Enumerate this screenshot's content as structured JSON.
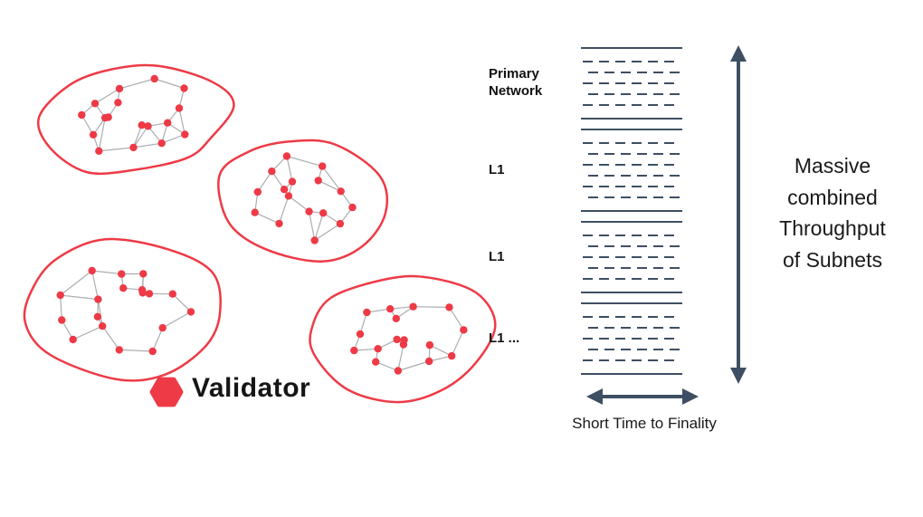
{
  "palette": {
    "red": "#ee3a46",
    "slate": "#3e4f63",
    "edge": "#abadb2",
    "ink": "#161616"
  },
  "legend": {
    "validator_label": "Validator"
  },
  "stack": {
    "sections": [
      {
        "label": "Primary Network",
        "rows": 5
      },
      {
        "label": "L1",
        "rows": 6
      },
      {
        "label": "L1",
        "rows": 5
      },
      {
        "label": "L1 ...",
        "rows": 5
      }
    ]
  },
  "annotations": {
    "throughput": "Massive\ncombined\nThroughput\nof Subnets",
    "finality": "Short Time to Finality"
  }
}
